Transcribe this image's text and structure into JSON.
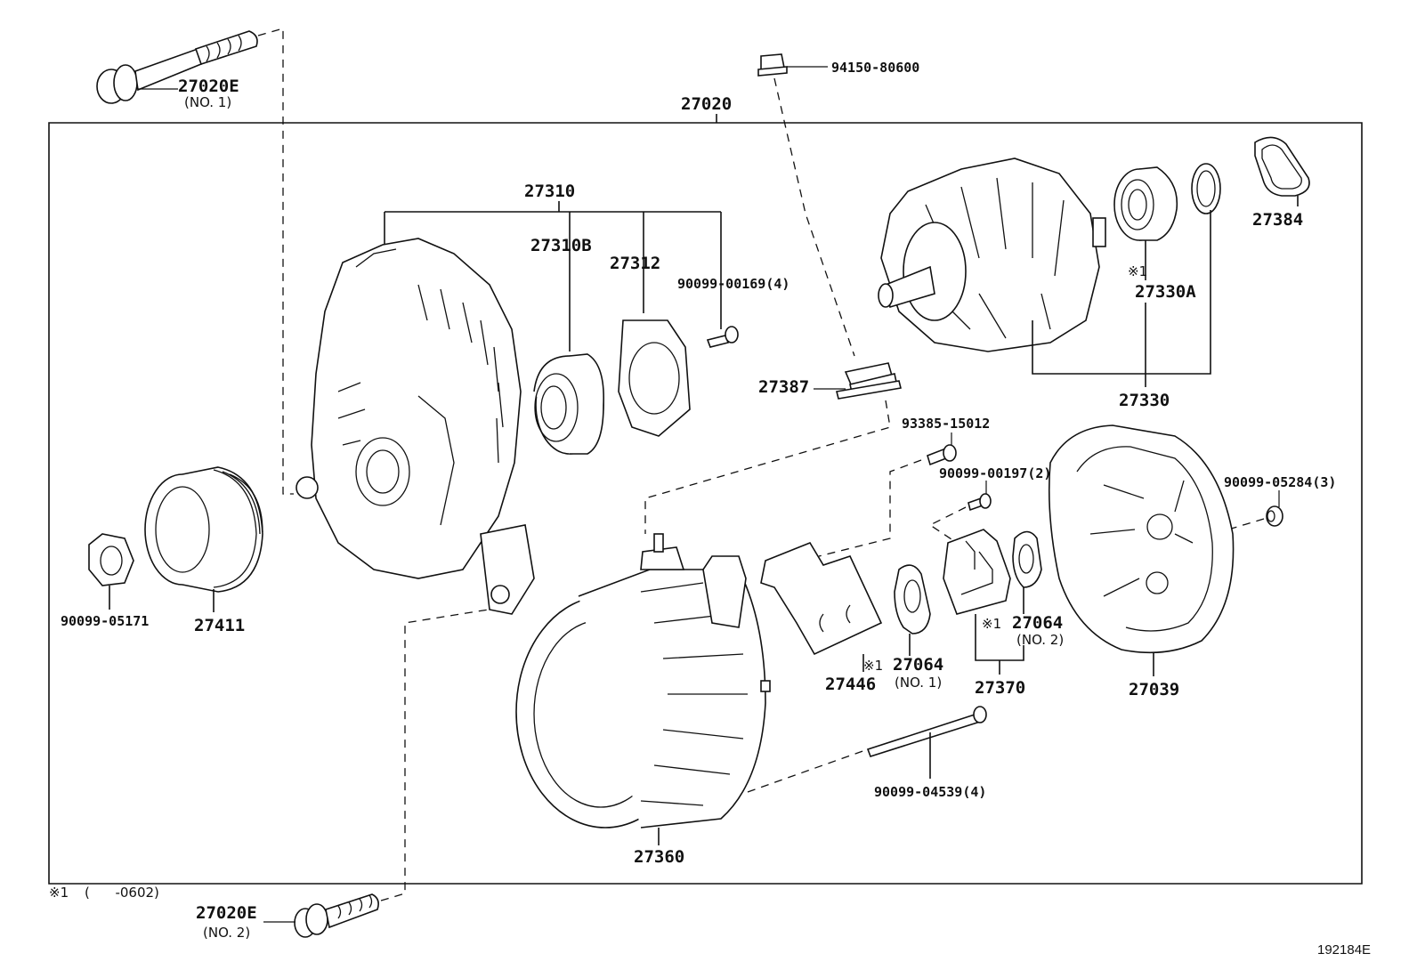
{
  "diagram": {
    "title_ref": "27020",
    "figure_id": "192184E",
    "footnote": {
      "symbol": "※1",
      "text": "(      -0602)"
    },
    "labels": {
      "p27020E_no1": "27020E",
      "p27020E_no1_sub": "(NO. 1)",
      "p27020E_no2": "27020E",
      "p27020E_no2_sub": "(NO. 2)",
      "p94150_80600": "94150-80600",
      "p27020": "27020",
      "p27310": "27310",
      "p27310B": "27310B",
      "p27312": "27312",
      "p90099_00169": "90099-00169(4)",
      "p27384": "27384",
      "p27330A_note": "※1",
      "p27330A": "27330A",
      "p27330": "27330",
      "p27387": "27387",
      "p93385_15012": "93385-15012",
      "p90099_00197": "90099-00197(2)",
      "p90099_05284": "90099-05284(3)",
      "p90099_05171": "90099-05171",
      "p27411": "27411",
      "p27446": "27446",
      "p27064_no1_note": "※1",
      "p27064_no1": "27064",
      "p27064_no1_sub": "(NO. 1)",
      "p27064_no2_note": "※1",
      "p27064_no2": "27064",
      "p27064_no2_sub": "(NO. 2)",
      "p27370": "27370",
      "p27039": "27039",
      "p90099_04539": "90099-04539(4)",
      "p27360": "27360"
    }
  }
}
